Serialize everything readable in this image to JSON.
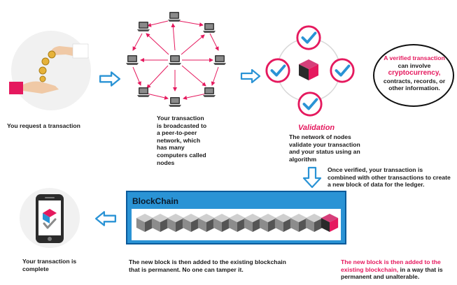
{
  "step1": {
    "caption": "You request a transaction"
  },
  "step2": {
    "caption": "Your transaction is broadcasted to a peer-to-peer network, which has many computers called nodes"
  },
  "step3": {
    "heading": "Validation",
    "caption": "The network of nodes validate your transaction and your status using an algorithm"
  },
  "note": {
    "part1": "A verified transaction",
    "part2": " can involve ",
    "part3": "cryptocurrency,",
    "part4": " contracts, records, or other information."
  },
  "step4": {
    "caption": "Once verified, your transaction is combined with other transactions to create a new block of data for the ledger."
  },
  "blockchain": {
    "title": "BlockChain",
    "caption": "The new block is then added to the existing blockchain that is permanent. No one can tamper it."
  },
  "step5": {
    "caption": "Your transaction is complete"
  },
  "footnote": {
    "part1": "The new block is then added to the existing blockchain,",
    "part2": " in a way that is permanent and unalterable."
  },
  "colors": {
    "accent": "#e5195e",
    "arrow": "#2a93d5",
    "check": "#2a93d5",
    "blockchain_bg": "#2a93d5"
  }
}
